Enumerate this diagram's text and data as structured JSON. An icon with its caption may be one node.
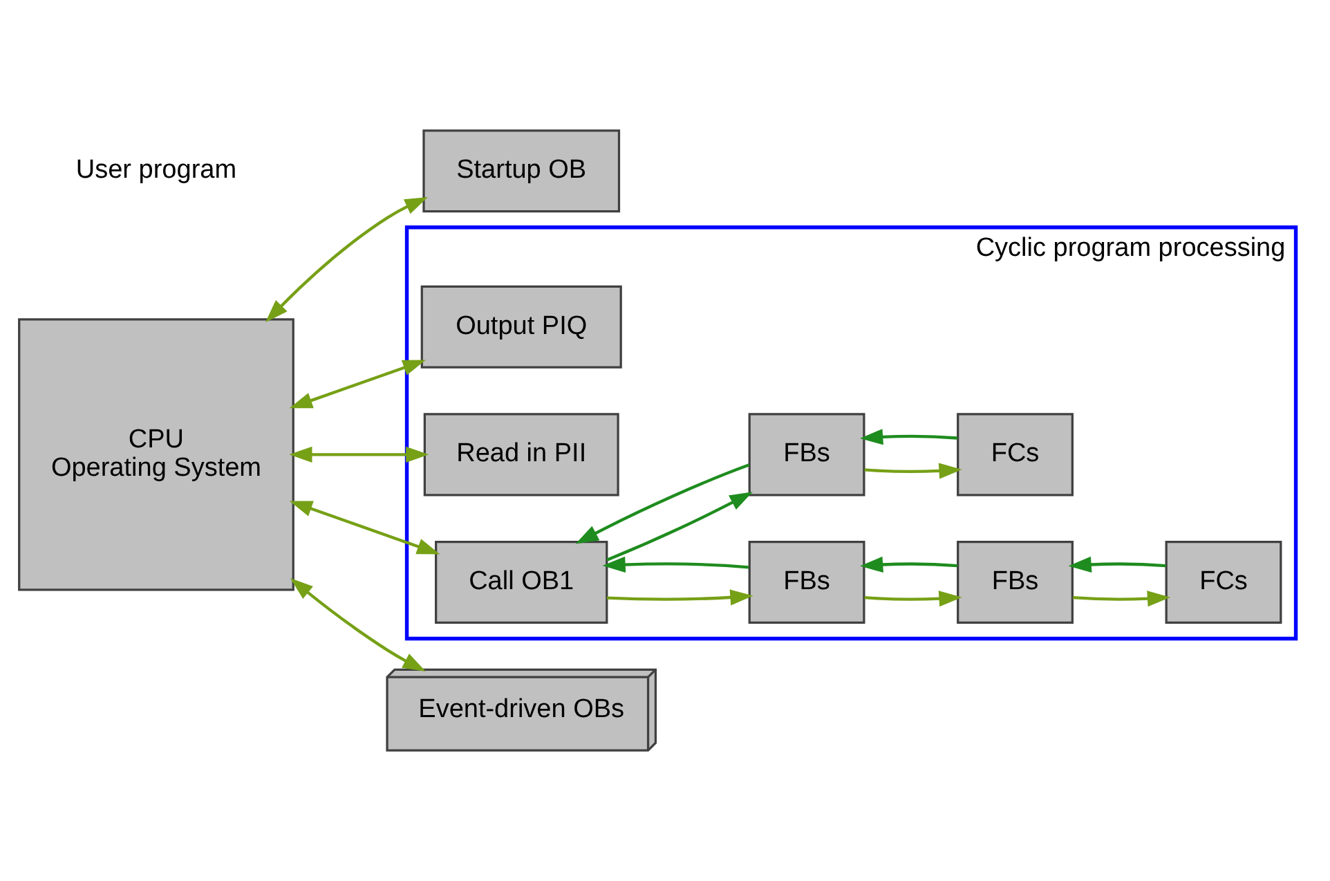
{
  "diagram": {
    "nodes": [
      {
        "text": [
          "CPU",
          "Operating System"
        ]
      },
      {
        "text": [
          "Startup OB"
        ]
      },
      {
        "text": [
          "Cyclic program processing"
        ]
      },
      {
        "text": [
          "Output PIQ"
        ],
        "in": 2
      },
      {
        "text": [
          "Read in PII"
        ],
        "in": 2
      },
      {
        "text": [
          "Call OB1"
        ],
        "in": 2
      },
      {
        "text": [
          "FBs"
        ],
        "in": 2
      },
      {
        "text": [
          "FBs"
        ],
        "in": 2
      },
      {
        "text": [
          "FCs"
        ],
        "in": 2
      },
      {
        "text": [
          "FBs"
        ],
        "in": 2
      },
      {
        "text": [
          "FCs"
        ],
        "in": 2
      },
      {
        "text": [
          "Event-driven OBs"
        ]
      }
    ],
    "edges": [
      {
        "from": 0,
        "to": 1,
        "arrow": "both"
      },
      {
        "from": 0,
        "to": 3,
        "arrow": "both"
      },
      {
        "from": 0,
        "to": 4,
        "arrow": "both"
      },
      {
        "from": 0,
        "to": 5,
        "arrow": "both"
      },
      {
        "from": 5,
        "to": 6,
        "arrow": "to"
      },
      {
        "from": 6,
        "to": 5,
        "arrow": "to",
        "color": "#1e8c1e"
      },
      {
        "from": 6,
        "to": 7,
        "arrow": "to"
      },
      {
        "from": 7,
        "to": 6,
        "arrow": "to",
        "color": "#1e8c1e"
      },
      {
        "from": 7,
        "to": 8,
        "arrow": "to"
      },
      {
        "from": 8,
        "to": 7,
        "arrow": "to",
        "color": "#1e8c1e"
      },
      {
        "from": 9,
        "to": 5,
        "arrow": "to",
        "color": "#1e8c1e"
      },
      {
        "from": 5,
        "to": 9,
        "arrow": "to",
        "color": "#1e8c1e"
      },
      {
        "from": 9,
        "to": 10,
        "arrow": "to"
      },
      {
        "from": 10,
        "to": 9,
        "arrow": "to",
        "color": "#1e8c1e"
      },
      {
        "from": 0,
        "to": 11,
        "arrow": "both"
      }
    ],
    "labels": [
      "User program"
    ]
  }
}
